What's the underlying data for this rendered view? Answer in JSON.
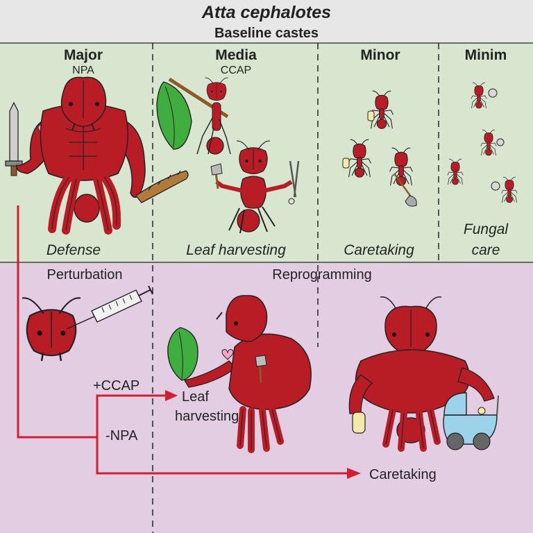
{
  "header": {
    "title": "Atta cephalotes",
    "subtitle": "Baseline castes"
  },
  "castes": [
    {
      "name": "Major",
      "marker": "NPA",
      "role": "Defense"
    },
    {
      "name": "Media",
      "marker": "CCAP",
      "role": "Leaf harvesting"
    },
    {
      "name": "Minor",
      "marker": "",
      "role": "Caretaking"
    },
    {
      "name": "Minim",
      "marker": "",
      "role_lines": [
        "Fungal",
        "care"
      ]
    }
  ],
  "lower": {
    "perturbation_label": "Perturbation",
    "reprogramming_label": "Reprogramming",
    "ccap_label": "+CCAP",
    "npa_label": "-NPA",
    "leaf_outcome_lines": [
      "Leaf",
      "harvesting"
    ],
    "care_outcome_label": "Caretaking"
  },
  "colors": {
    "ant_red": "#b81c25",
    "upper_bg": "#d8e6d0",
    "lower_bg": "#e3cde3",
    "header_bg": "#e7e7e7",
    "arrow_red": "#d11f2f",
    "leaf_green": "#3fae3f",
    "stroller_blue": "#9dd3ea"
  },
  "icons": [
    "sword-icon",
    "club-icon",
    "leaf-icon",
    "axe-icon",
    "scissors-icon",
    "syringe-icon",
    "shovel-icon",
    "bottle-icon",
    "stroller-icon",
    "heart-tattoo-icon"
  ]
}
